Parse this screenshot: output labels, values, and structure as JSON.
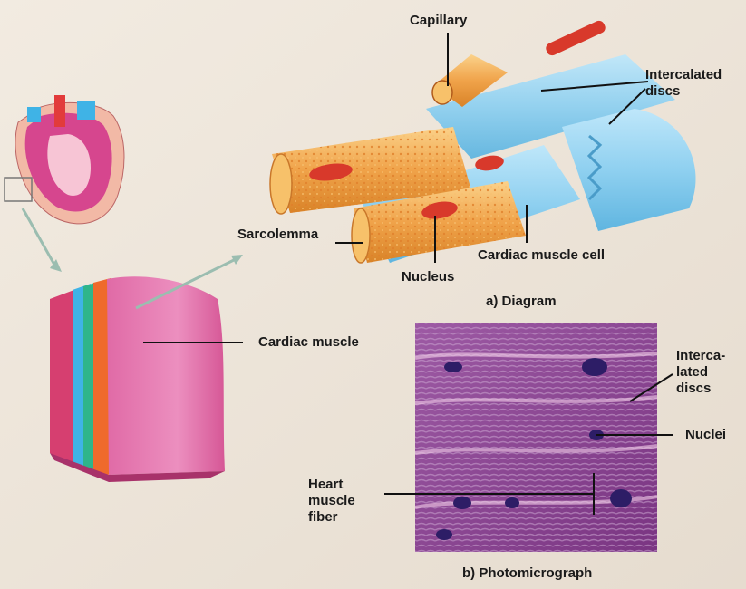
{
  "labels": {
    "capillary": "Capillary",
    "intercalated_discs_a_line1": "Intercalated",
    "intercalated_discs_a_line2": "discs",
    "sarcolemma": "Sarcolemma",
    "nucleus": "Nucleus",
    "cardiac_muscle_cell": "Cardiac muscle cell",
    "caption_a": "a) Diagram",
    "cardiac_muscle": "Cardiac muscle",
    "intercalated_discs_b_line1": "Interca-",
    "intercalated_discs_b_line2": "lated",
    "intercalated_discs_b_line3": "discs",
    "nuclei": "Nuclei",
    "heart_muscle_fiber_line1": "Heart",
    "heart_muscle_fiber_line2": "muscle",
    "heart_muscle_fiber_line3": "fiber",
    "caption_b": "b) Photomicrograph"
  },
  "colors": {
    "background": "#ece3d8",
    "heart_pink": "#d6468e",
    "heart_blue": "#3fb3e6",
    "cell_blue": "#8fd0f0",
    "cell_orange": "#f0a34a",
    "nucleus_red": "#d8392b",
    "micrograph_purple": "#8a3f8c",
    "tissue_pink": "#e46aa9"
  },
  "icons": {
    "heart": "heart-illustration",
    "tissue": "cardiac-tissue-illustration",
    "cells": "cardiac-cell-diagram",
    "micrograph": "micrograph-image"
  }
}
